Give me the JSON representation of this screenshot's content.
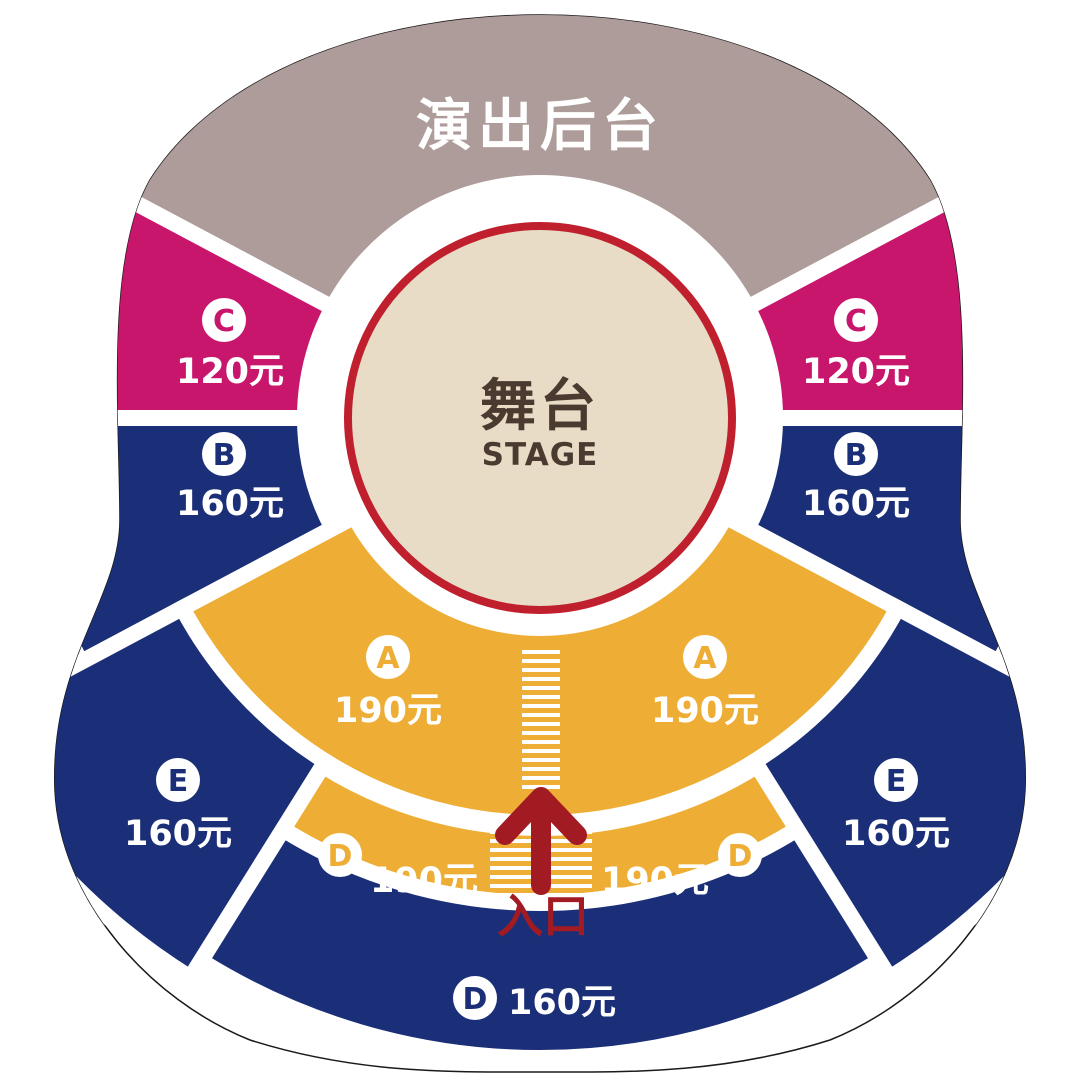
{
  "colors": {
    "backstage": "#ad9c99",
    "zone_c": "#c8166c",
    "zone_navy": "#1b2f78",
    "zone_gold": "#eeae35",
    "stage_fill": "#e8dcc6",
    "stage_ring": "#c01f2e",
    "entrance": "#a31b22"
  },
  "backstage": {
    "label": "演出后台"
  },
  "stage": {
    "label": "舞台",
    "label_en": "STAGE"
  },
  "entrance": {
    "label": "入口"
  },
  "zones": {
    "c_left": {
      "letter": "C",
      "price": "120元"
    },
    "c_right": {
      "letter": "C",
      "price": "120元"
    },
    "b_left": {
      "letter": "B",
      "price": "160元"
    },
    "b_right": {
      "letter": "B",
      "price": "160元"
    },
    "a_left": {
      "letter": "A",
      "price": "190元"
    },
    "a_right": {
      "letter": "A",
      "price": "190元"
    },
    "e_left": {
      "letter": "E",
      "price": "160元"
    },
    "e_right": {
      "letter": "E",
      "price": "160元"
    },
    "d_inner_left": {
      "letter": "D",
      "price": "190元"
    },
    "d_inner_right": {
      "letter": "D",
      "price": "190元"
    },
    "d_outer": {
      "letter": "D",
      "price": "160元"
    }
  }
}
